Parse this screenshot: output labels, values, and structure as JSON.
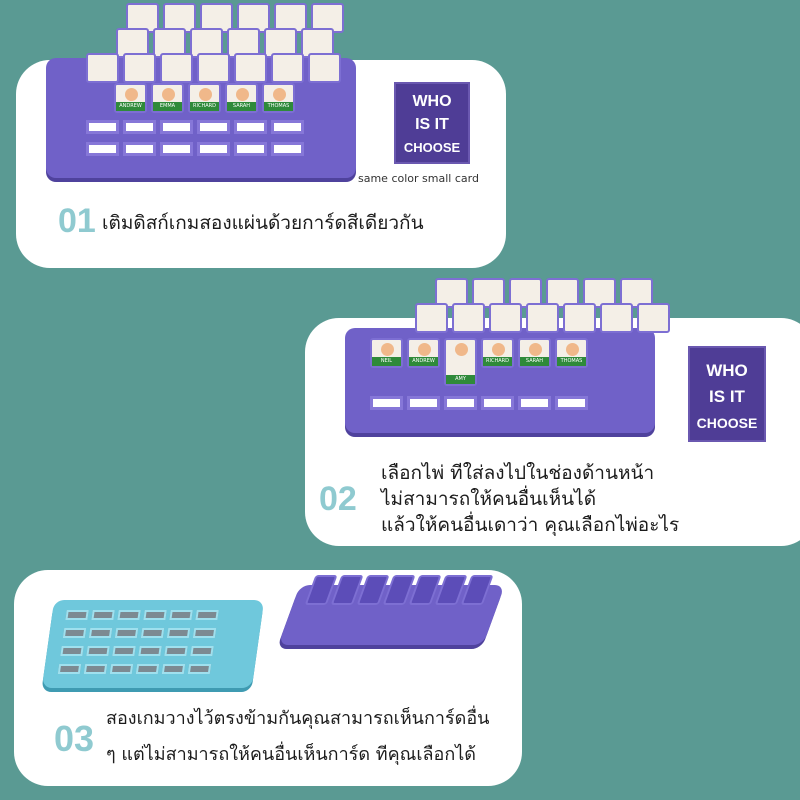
{
  "background_color": "#5a9a93",
  "logo": {
    "line1": "WHO",
    "line2": "IS IT",
    "line3": "CHOOSE"
  },
  "step1": {
    "number": "01",
    "text": "เติมดิสก์เกมสองแผ่นด้วยการ์ดสีเดียวกัน",
    "caption": "same color small card",
    "card_names": [
      "ANDREW",
      "EMMA",
      "RICHARD",
      "SARAH",
      "THOMAS"
    ]
  },
  "step2": {
    "number": "02",
    "lines": [
      "เลือกไพ่  ทีใส่ลงไปในช่องด้านหน้า",
      "ไม่สามารถให้คนอื่นเห็นได้",
      "แล้วให้คนอื่นเดาว่า  คุณเลือกไพ่อะไร"
    ],
    "card_names": [
      "NEIL",
      "ANDREW",
      "AMY",
      "RICHARD",
      "SARAH",
      "THOMAS"
    ]
  },
  "step3": {
    "number": "03",
    "lines": [
      "สองเกมวางไว้ตรงข้ามกันคุณสามารถเห็นการ์ดอื่น",
      "ๆ แต่ไม่สามารถให้คนอื่นเห็นการ์ด  ทีคุณเลือกได้"
    ]
  },
  "colors": {
    "board_purple": "#7061c8",
    "board_blue": "#6fc8dc",
    "logo_bg": "#4f3d96",
    "number": "#8fcad0"
  }
}
